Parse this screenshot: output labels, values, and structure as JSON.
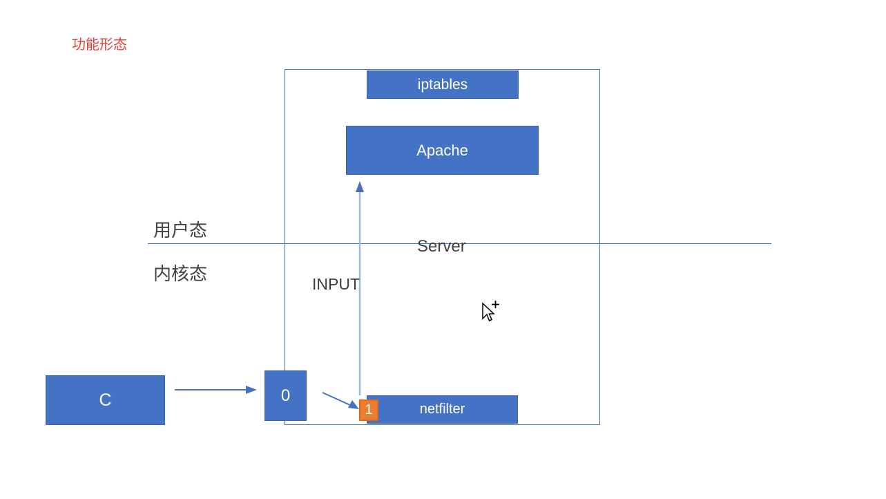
{
  "slide": {
    "title": {
      "text": "功能形态",
      "color": "#e5413c"
    },
    "labels": {
      "user_mode": "用户态",
      "kernel_mode": "内核态",
      "server": "Server",
      "input": "INPUT"
    },
    "boxes": {
      "iptables": "iptables",
      "apache": "Apache",
      "netfilter": "netfilter",
      "client": "C",
      "step0": "0",
      "step1": "1"
    },
    "colors": {
      "box_blue_fill": "#4472c4",
      "box_blue_border": "#3b64ae",
      "box_orange_fill": "#ed7d31",
      "box_orange_border": "#d86b20",
      "diagram_line": "#4173ad",
      "arrow": "#4472c4",
      "arrow_stem_light": "#9fb8de",
      "title_red": "#e5413c",
      "label_text": "#3f3f3f",
      "box_text": "#ffffff",
      "background": "#ffffff"
    },
    "icons": {
      "cursor": "draw-cursor-with-plus-icon"
    }
  }
}
